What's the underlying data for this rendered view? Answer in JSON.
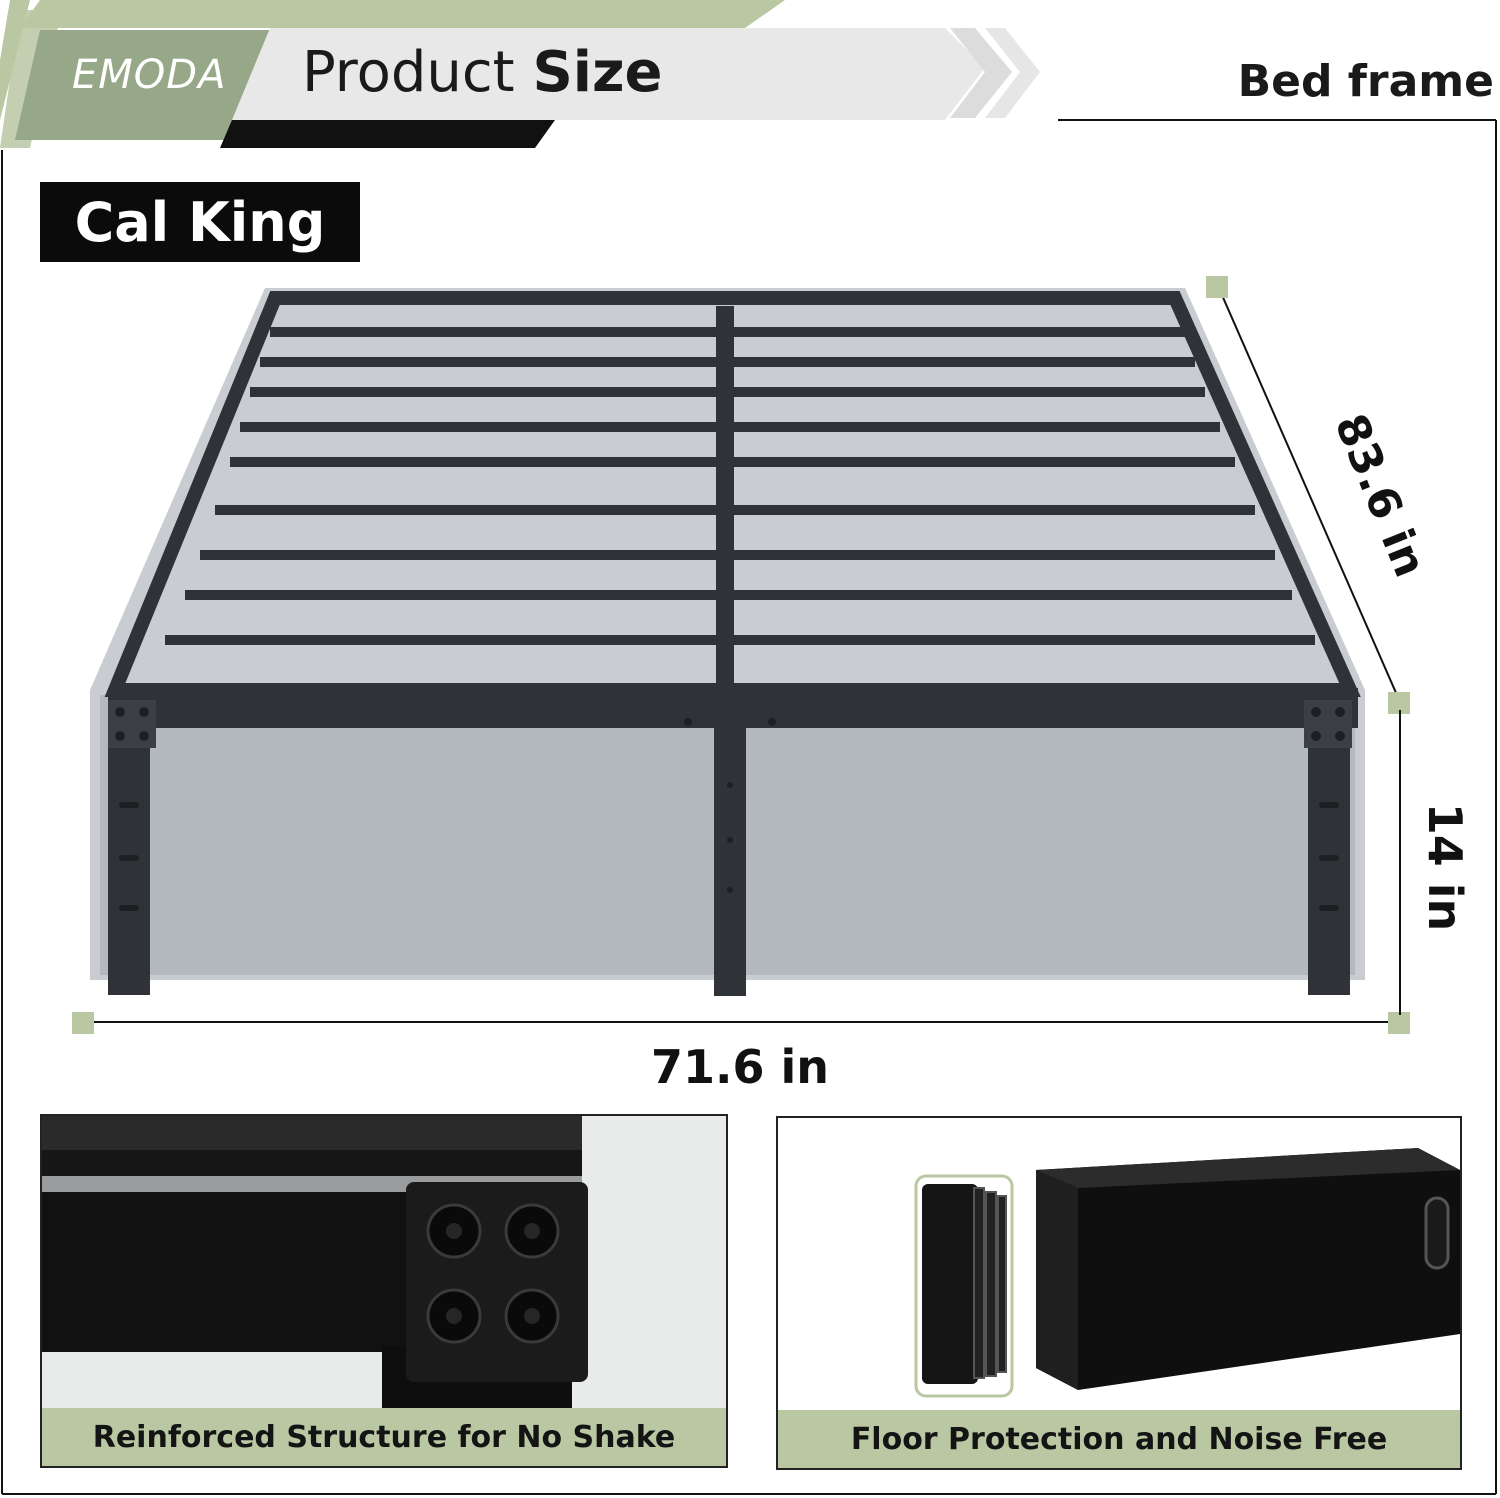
{
  "header": {
    "brand": "EMODA",
    "title_regular": "Product",
    "title_bold": "Size",
    "category": "Bed frame"
  },
  "size_badge": "Cal King",
  "dimensions": {
    "width": "71.6 in",
    "length": "83.6 in",
    "height": "14 in"
  },
  "features": [
    {
      "caption": "Reinforced Structure for No Shake"
    },
    {
      "caption": "Floor Protection and Noise Free"
    }
  ],
  "colors": {
    "sage": "#b9c7a2",
    "sage_dark": "#97a888",
    "frame_metal": "#2f3338",
    "black": "#0b0b0b"
  }
}
